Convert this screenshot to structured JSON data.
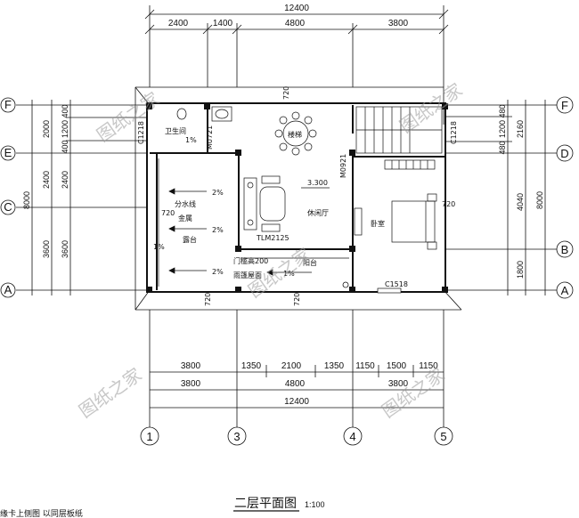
{
  "plan": {
    "title": "二层平面图",
    "scale": "1:100",
    "footer_note": "缘卡上侧图  以同层板纸"
  },
  "dims_top": {
    "total": "12400",
    "segments": [
      "2400",
      "1400",
      "4800",
      "3800"
    ]
  },
  "dims_bottom": {
    "row1": [
      "3800",
      "1350",
      "2100",
      "1350",
      "1150",
      "1500",
      "1150"
    ],
    "row2": [
      "3800",
      "4800",
      "3800"
    ],
    "total": "12400"
  },
  "dims_left": {
    "outer_total": "8000",
    "outer": [
      "2000",
      "2400",
      "3600"
    ],
    "inner": [
      "400",
      "1200",
      "400",
      "2400",
      "3600"
    ]
  },
  "dims_right": {
    "outer_total": "8000",
    "outer": [
      "2160",
      "4040",
      "1800"
    ],
    "inner": [
      "480",
      "1200",
      "480"
    ]
  },
  "axes": {
    "columns": [
      "1",
      "3",
      "4",
      "5"
    ],
    "rows_left": [
      "F",
      "E",
      "C",
      "A"
    ],
    "rows_right": [
      "F",
      "D",
      "B",
      "A"
    ]
  },
  "rooms": {
    "bathroom": "卫生间",
    "stair": "楼梯",
    "lounge": "休闲厅",
    "bedroom": "卧室",
    "terrace": "露台",
    "balcony": "阳台",
    "gutter": "分水线",
    "handrail": "金属",
    "parapet_line1": "门槛高200",
    "parapet_line2": "雨篷屋面"
  },
  "labels": {
    "door_m0721": "M0721",
    "door_m0921": "M0921",
    "door_tlm": "TLM2125",
    "win_c1218_left": "C1218",
    "win_c1218_right": "C1218",
    "win_c1518": "C1518",
    "elevation": "3.300",
    "slope": "2%",
    "slope1": "1%",
    "dim720": "720"
  },
  "watermark": "图纸之家"
}
